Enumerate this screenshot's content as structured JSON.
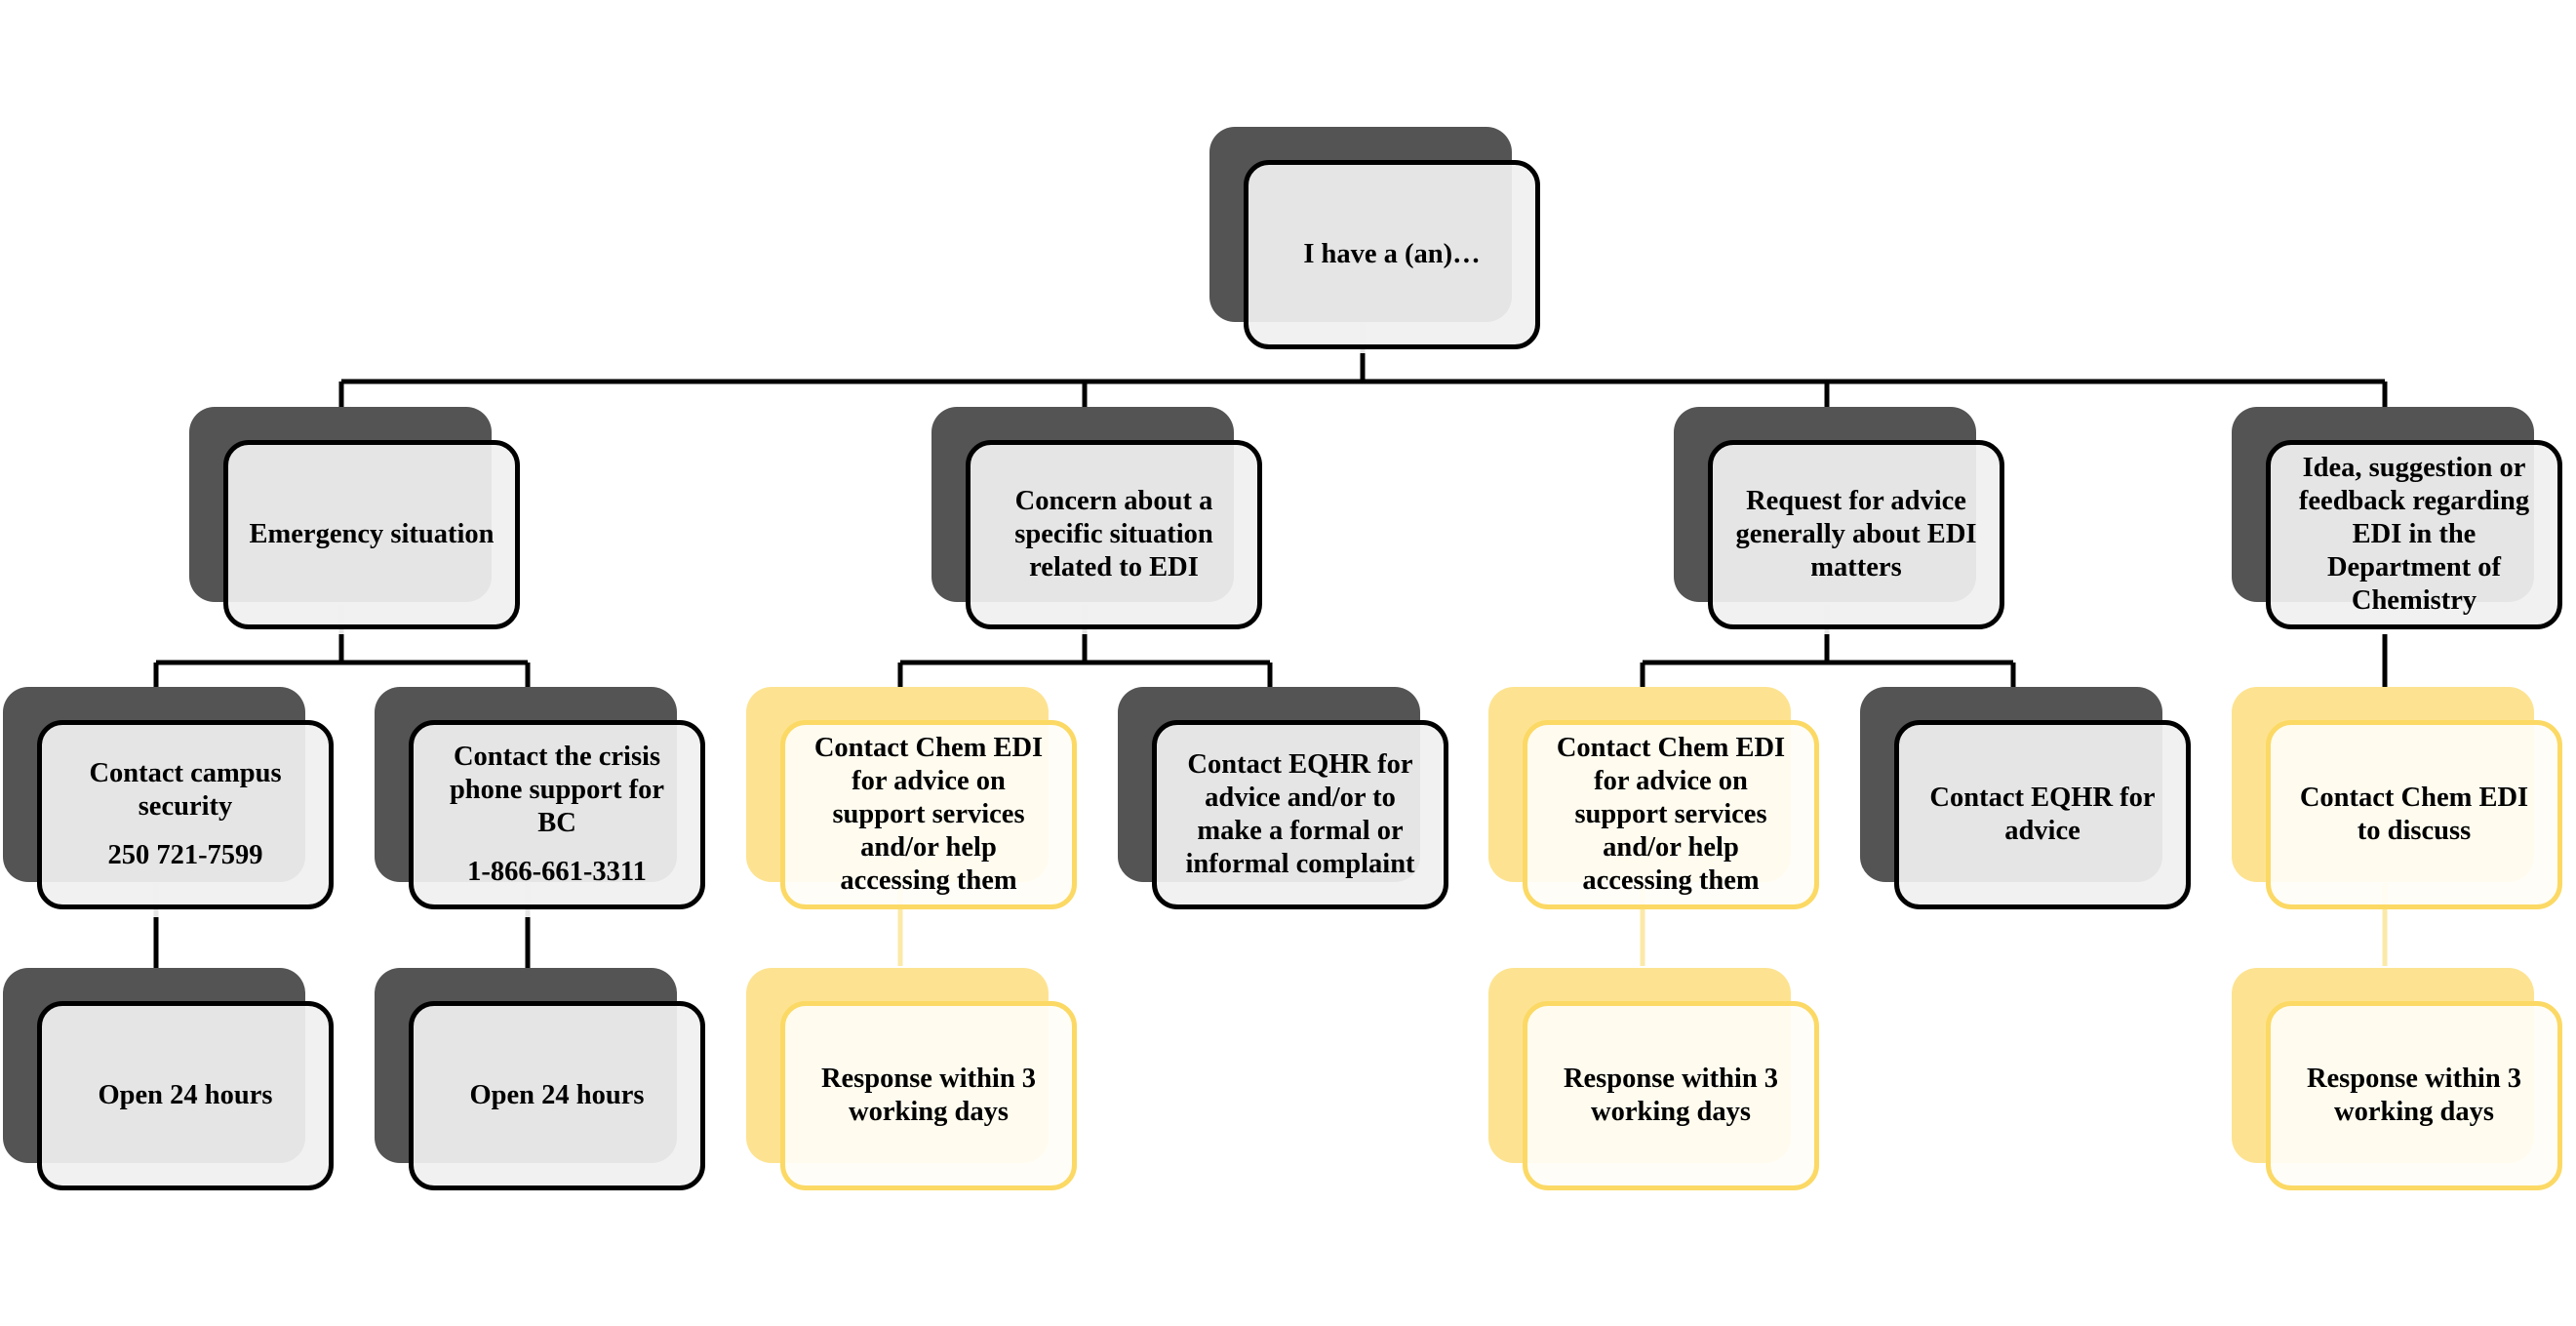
{
  "colors": {
    "gray_shadow": "#545454",
    "gray_box": "#f0f0f0",
    "yellow_shadow": "#fde391",
    "yellow_border": "#fbd964",
    "connector": "#000000",
    "connector_faint": "#e6e6e6"
  },
  "root": {
    "text": "I have a (an)…"
  },
  "branches": [
    {
      "title": "Emergency situation",
      "children": [
        {
          "text": "Contact campus\nsecurity",
          "phone": "250 721-7599",
          "follow_up": "Open 24 hours"
        },
        {
          "text": "Contact the crisis\nphone support for\nBC",
          "phone": "1-866-661-3311",
          "follow_up": "Open 24 hours"
        }
      ]
    },
    {
      "title": "Concern about a\nspecific situation\nrelated to EDI",
      "children": [
        {
          "text": "Contact Chem EDI\nfor advice on\nsupport services\nand/or help\naccessing them",
          "follow_up": "Response within 3\nworking days"
        },
        {
          "text": "Contact EQHR for\nadvice and/or to\nmake a formal or\ninformal complaint"
        }
      ]
    },
    {
      "title": "Request for advice\ngenerally about EDI\nmatters",
      "children": [
        {
          "text": "Contact Chem EDI\nfor advice on\nsupport services\nand/or help\naccessing them",
          "follow_up": "Response within 3\nworking days"
        },
        {
          "text": "Contact EQHR for\nadvice"
        }
      ]
    },
    {
      "title": "Idea, suggestion or\nfeedback regarding\nEDI in the\nDepartment of\nChemistry",
      "children": [
        {
          "text": "Contact Chem EDI\nto discuss",
          "follow_up": "Response within 3\nworking days"
        }
      ]
    }
  ]
}
